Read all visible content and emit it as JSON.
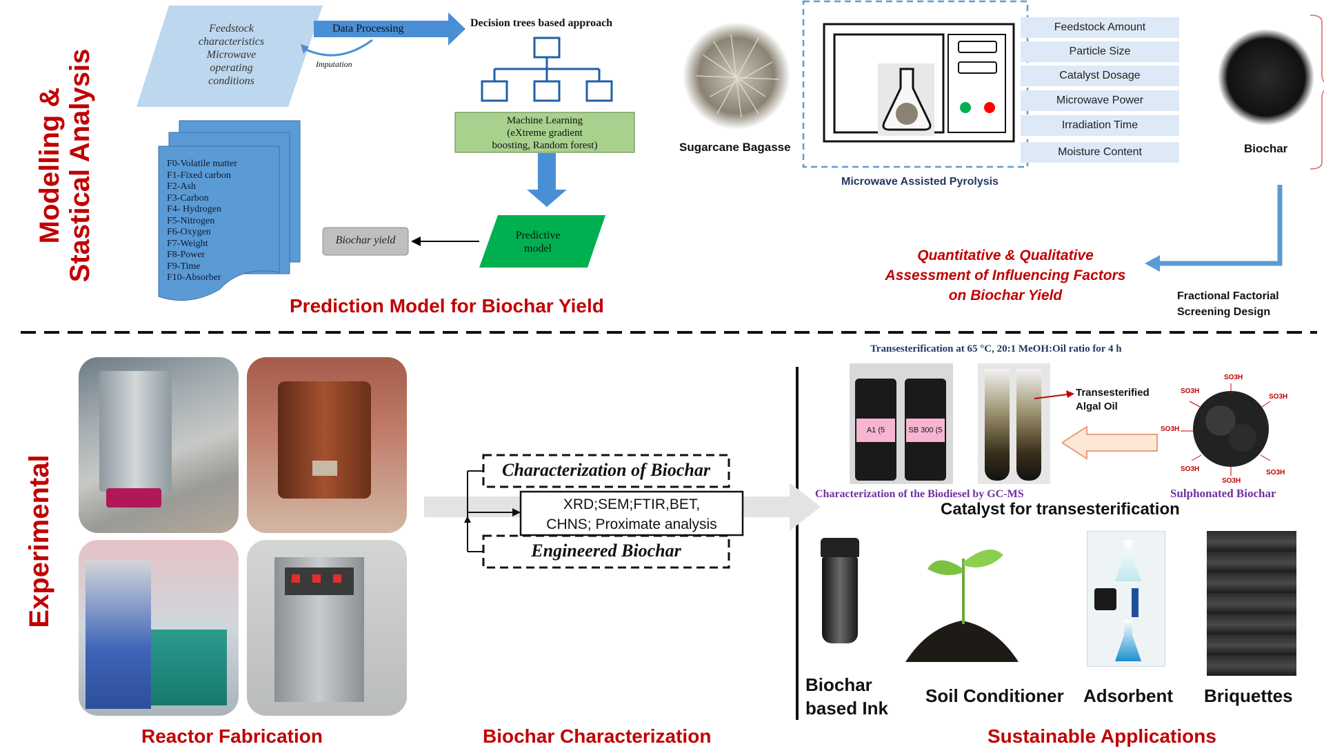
{
  "left_labels": {
    "top": [
      "Modelling &",
      "Stastical Analysis"
    ],
    "bottom": "Experimental"
  },
  "prediction": {
    "input_box": [
      "Feedstock",
      "characteristics",
      "Microwave",
      "operating",
      "conditions"
    ],
    "data_processing": "Data Processing",
    "imputation": "Imputation",
    "decision_trees": "Decision trees based approach",
    "ml_box": [
      "Machine Learning",
      "(eXtreme gradient",
      "boosting, Random forest)"
    ],
    "features": [
      "F0-Volatile matter",
      "F1-Fixed carbon",
      "F2-Ash",
      "F3-Carbon",
      "F4- Hydrogen",
      "F5-Nitrogen",
      "F6-Oxygen",
      "F7-Weight",
      "F8-Power",
      "F9-Time",
      "F10-Absorber"
    ],
    "predictive_model": [
      "Predictive",
      "model"
    ],
    "biochar_yield": "Biochar yield",
    "title": "Prediction Model for Biochar Yield"
  },
  "pyrolysis": {
    "sugarcane": "Sugarcane Bagasse",
    "factors": [
      "Feedstock Amount",
      "Particle Size",
      "Catalyst Dosage",
      "Microwave Power",
      "Irradiation Time",
      "Moisture Content"
    ],
    "system_label": "Microwave Assisted Pyrolysis",
    "biochar": "Biochar",
    "assessment": [
      "Quantitative & Qualitative",
      "Assessment of Influencing Factors",
      "on Biochar Yield"
    ],
    "screening": [
      "Fractional Factorial",
      "Screening Design"
    ]
  },
  "characterization": {
    "char_title": "Characterization of Biochar",
    "methods": [
      "XRD;SEM;FTIR,BET,",
      "CHNS; Proximate analysis"
    ],
    "engineered": "Engineered Biochar"
  },
  "applications": {
    "transesterification": "Transesterification at 65 °C, 20:1 MeOH:Oil ratio for 4 h",
    "transesterified_oil": [
      "Transesterified",
      "Algal Oil"
    ],
    "gcms": "Characterization of the Biodiesel by GC-MS",
    "sulphonated": "Sulphonated Biochar",
    "so3h": "SO3H",
    "vial_labels": [
      "A1 (5",
      "SB 300 (5"
    ],
    "catalyst": "Catalyst for transesterification",
    "ink": [
      "Biochar",
      "based Ink"
    ],
    "soil": "Soil Conditioner",
    "adsorbent": "Adsorbent",
    "briquettes": "Briquettes"
  },
  "captions": {
    "reactor": "Reactor Fabrication",
    "characterization": "Biochar Characterization",
    "sustainable": "Sustainable Applications"
  },
  "colors": {
    "accent_red": "#c00000",
    "input_blue": "#bdd7ee",
    "feature_blue": "#5b9bd5",
    "ml_green": "#a9d18e",
    "predictive_green": "#00b050",
    "arrow_blue": "#4a8fd6"
  }
}
